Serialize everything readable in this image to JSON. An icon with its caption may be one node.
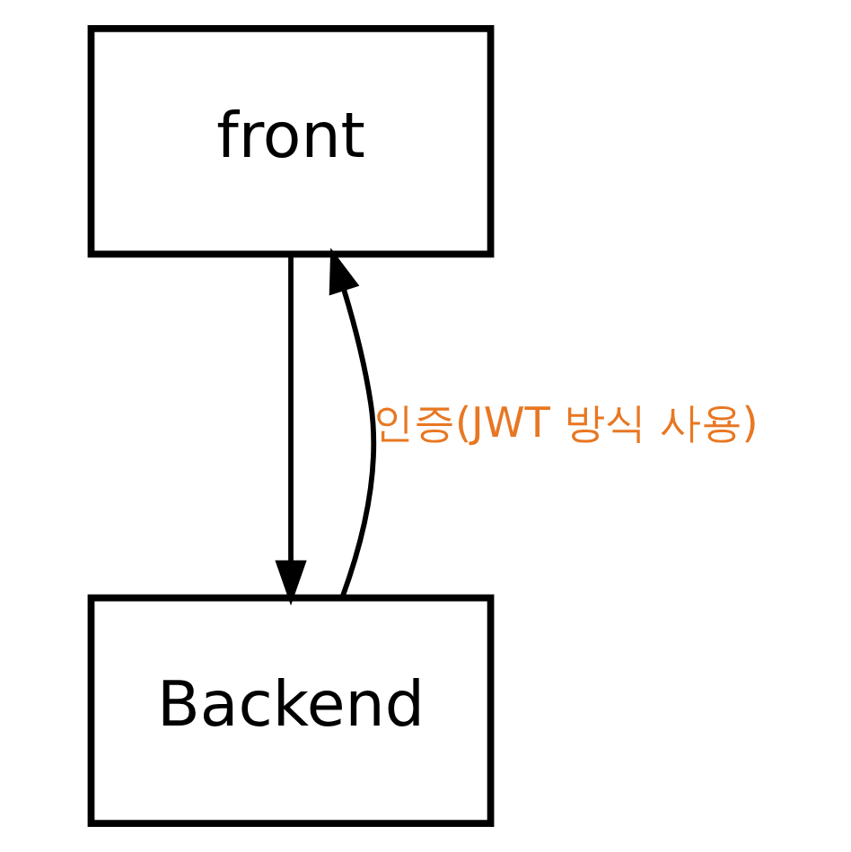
{
  "diagram": {
    "nodes": [
      {
        "text": [
          "front"
        ]
      },
      {
        "text": [
          "Backend"
        ]
      }
    ],
    "edges": [
      {
        "from": 0,
        "to": 1,
        "arrow": "to"
      },
      {
        "from": 1,
        "to": 0,
        "arrow": "to",
        "label": "인증(JWT 방식 사용)"
      }
    ]
  }
}
